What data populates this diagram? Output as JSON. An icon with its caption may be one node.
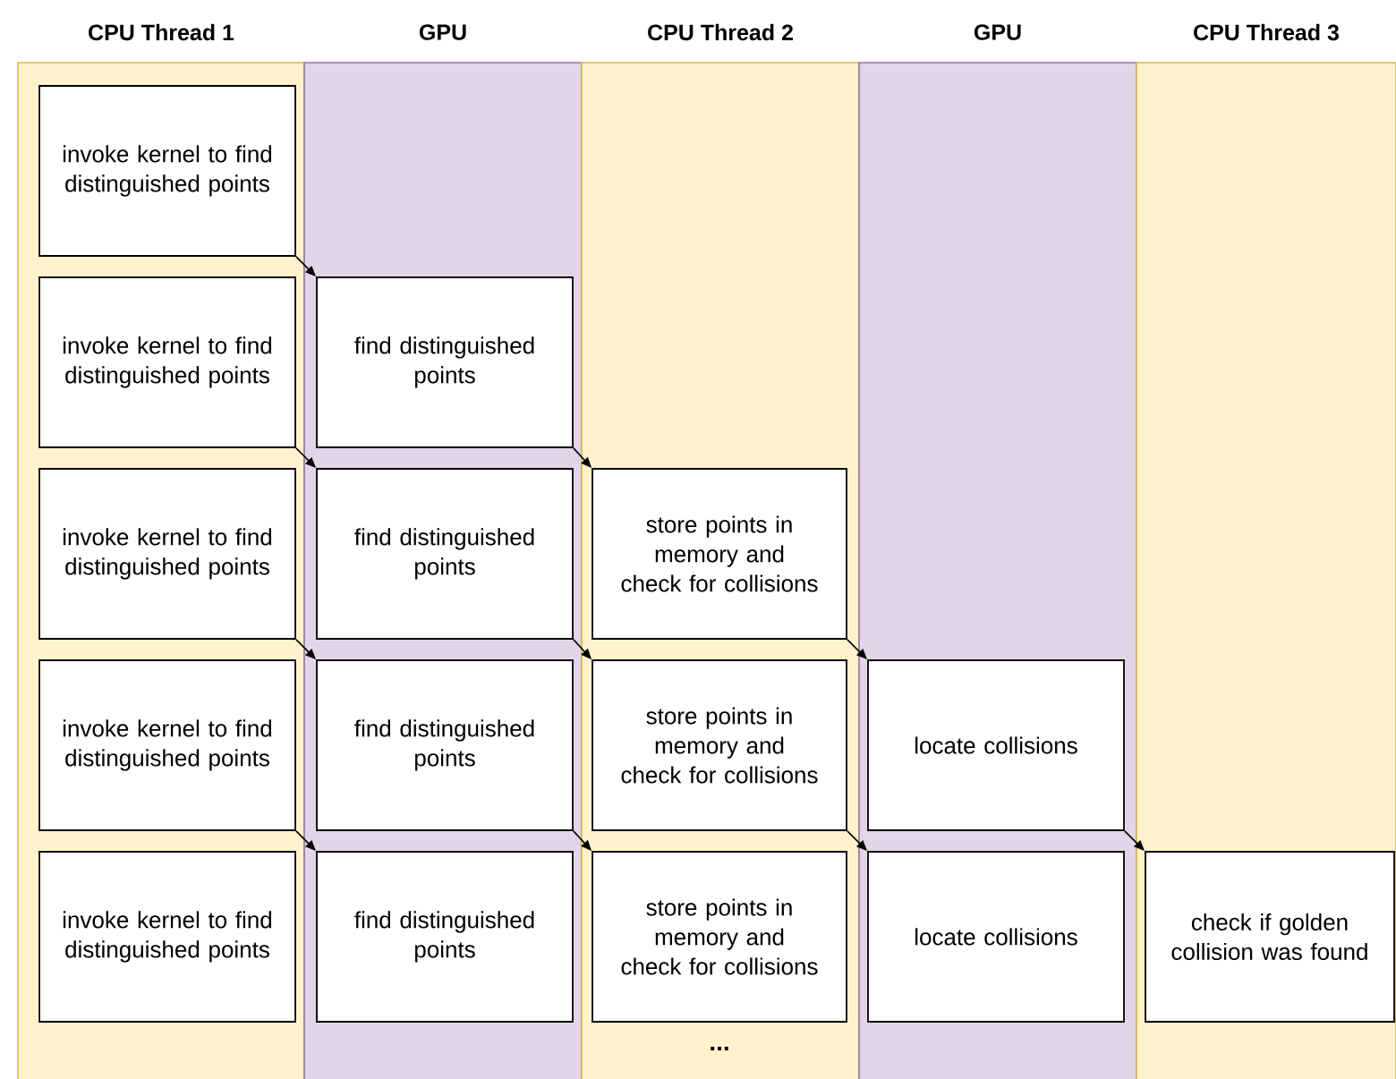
{
  "diagram": {
    "nodes": [
      {
        "text": [
          "CPU Thread 1"
        ]
      },
      {
        "text": [
          "GPU"
        ]
      },
      {
        "text": [
          "CPU Thread 2"
        ]
      },
      {
        "text": [
          "GPU"
        ]
      },
      {
        "text": [
          "CPU Thread 3"
        ]
      },
      {
        "text": [
          "invoke kernel to find distinguished points"
        ],
        "in": 0
      },
      {
        "text": [
          "invoke kernel to find distinguished points"
        ],
        "in": 0
      },
      {
        "text": [
          "find distinguished points"
        ],
        "in": 1
      },
      {
        "text": [
          "invoke kernel to find distinguished points"
        ],
        "in": 0
      },
      {
        "text": [
          "find distinguished points"
        ],
        "in": 1
      },
      {
        "text": [
          "store points in memory and check for collisions"
        ],
        "in": 2
      },
      {
        "text": [
          "invoke kernel to find distinguished points"
        ],
        "in": 0
      },
      {
        "text": [
          "find distinguished points"
        ],
        "in": 1
      },
      {
        "text": [
          "store points in memory and check for collisions"
        ],
        "in": 2
      },
      {
        "text": [
          "locate collisions"
        ],
        "in": 3
      },
      {
        "text": [
          "invoke kernel to find distinguished points"
        ],
        "in": 0
      },
      {
        "text": [
          "find distinguished points"
        ],
        "in": 1
      },
      {
        "text": [
          "store points in memory and check for collisions"
        ],
        "in": 2
      },
      {
        "text": [
          "locate collisions"
        ],
        "in": 3
      },
      {
        "text": [
          "check if golden collision was found"
        ],
        "in": 4
      }
    ],
    "edges": [
      {
        "from": 5,
        "to": 7,
        "arrow": "to"
      },
      {
        "from": 6,
        "to": 9,
        "arrow": "to"
      },
      {
        "from": 7,
        "to": 10,
        "arrow": "to"
      },
      {
        "from": 8,
        "to": 12,
        "arrow": "to"
      },
      {
        "from": 9,
        "to": 13,
        "arrow": "to"
      },
      {
        "from": 10,
        "to": 14,
        "arrow": "to"
      },
      {
        "from": 11,
        "to": 16,
        "arrow": "to"
      },
      {
        "from": 12,
        "to": 17,
        "arrow": "to"
      },
      {
        "from": 13,
        "to": 18,
        "arrow": "to"
      },
      {
        "from": 14,
        "to": 19,
        "arrow": "to"
      }
    ],
    "labels": [
      "..."
    ]
  }
}
